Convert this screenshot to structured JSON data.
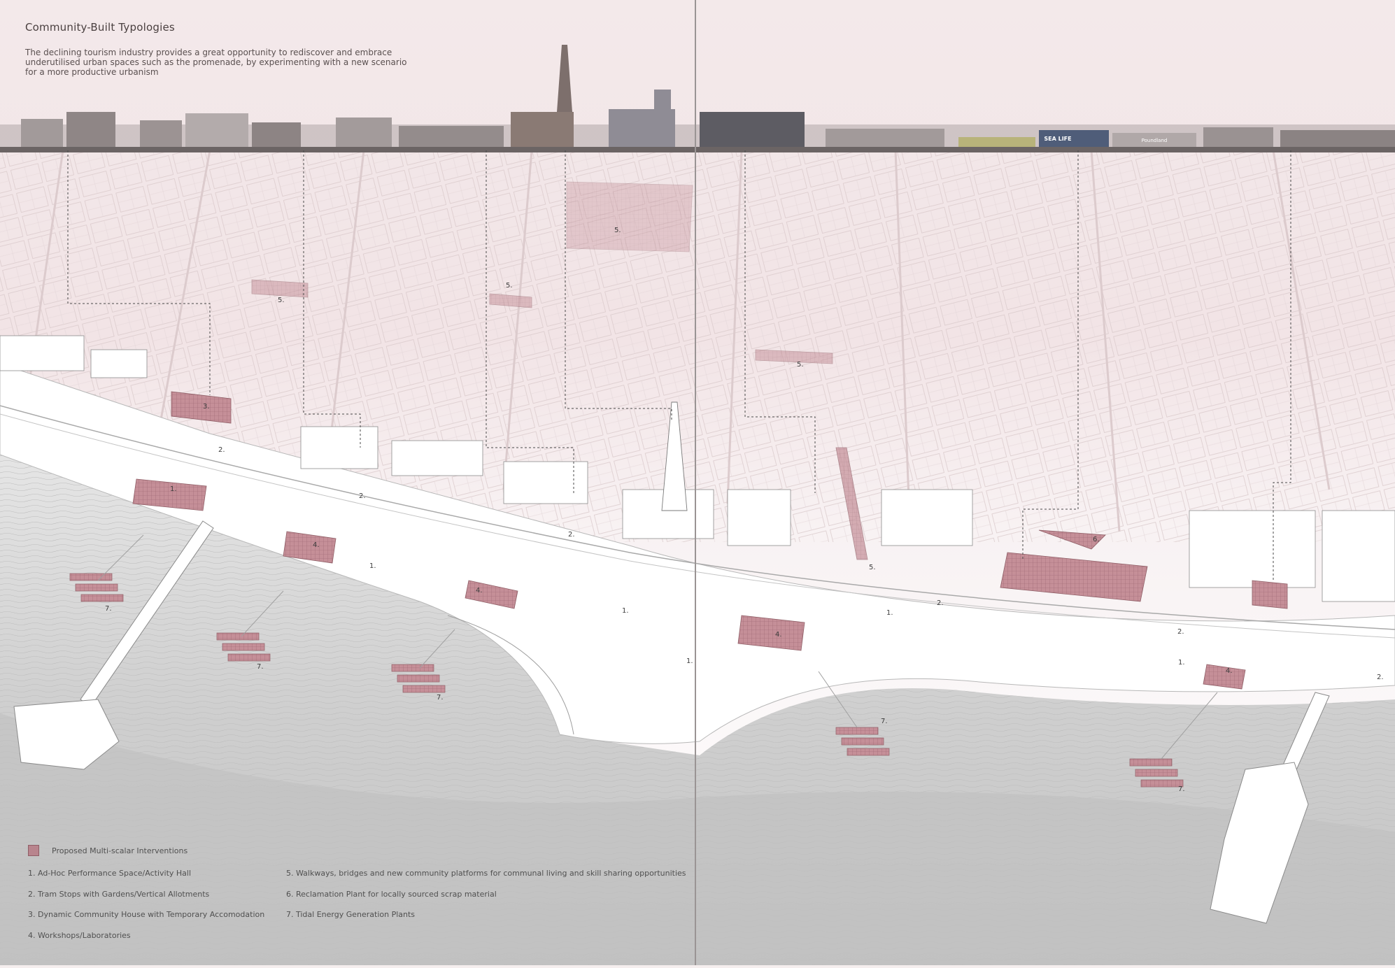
{
  "title": "Community-Built Typologies",
  "intro": "The declining tourism industry provides a great opportunity to rediscover and embrace underutilised urban spaces such as the promenade, by experimenting with a new scenario for a more productive urbanism",
  "colors": {
    "background_top": "#f3e9ea",
    "intervention": "#b8848d",
    "sea": "#c9c9c9",
    "land": "#ffffff"
  },
  "legend": {
    "key_label": "Proposed Multi-scalar Interventions",
    "items": [
      "1. Ad-Hoc Performance Space/Activity Hall",
      "2. Tram Stops with Gardens/Vertical Allotments",
      "3. Dynamic Community House with Temporary Accomodation",
      "4. Workshops/Laboratories",
      "5. Walkways, bridges and new community platforms for communal living and skill sharing opportunities",
      "6. Reclamation Plant for locally sourced scrap material",
      "7. Tidal Energy Generation Plants"
    ]
  },
  "skyline_signs": [
    "SEA LIFE",
    "Poundland"
  ],
  "markers": [
    "1.",
    "2.",
    "3.",
    "4.",
    "5.",
    "6.",
    "7."
  ]
}
